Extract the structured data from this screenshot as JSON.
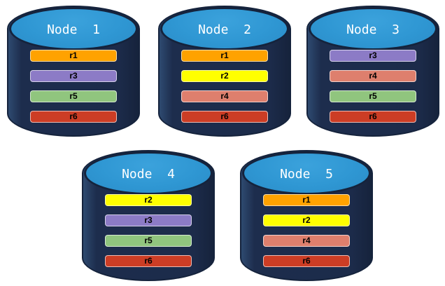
{
  "page": {
    "background": "#ffffff"
  },
  "palette": {
    "cylinder_body": "#1c2b4a",
    "cylinder_top": "#2f97d3",
    "cylinder_outline": "#15233c",
    "title_color": "#ffffff",
    "bar_text_color": "#000000"
  },
  "replica_colors": {
    "r1": "#ffa200",
    "r2": "#ffff00",
    "r3": "#8c7bc6",
    "r4": "#de7f6d",
    "r5": "#90c57e",
    "r6": "#cc3d25"
  },
  "nodes": [
    {
      "title": "Node  1",
      "replicas": [
        {
          "label": "r1",
          "color": "#ffa200"
        },
        {
          "label": "r3",
          "color": "#8c7bc6"
        },
        {
          "label": "r5",
          "color": "#90c57e"
        },
        {
          "label": "r6",
          "color": "#cc3d25"
        }
      ]
    },
    {
      "title": "Node  2",
      "replicas": [
        {
          "label": "r1",
          "color": "#ffa200"
        },
        {
          "label": "r2",
          "color": "#ffff00"
        },
        {
          "label": "r4",
          "color": "#de7f6d"
        },
        {
          "label": "r6",
          "color": "#cc3d25"
        }
      ]
    },
    {
      "title": "Node  3",
      "replicas": [
        {
          "label": "r3",
          "color": "#8c7bc6"
        },
        {
          "label": "r4",
          "color": "#de7f6d"
        },
        {
          "label": "r5",
          "color": "#90c57e"
        },
        {
          "label": "r6",
          "color": "#cc3d25"
        }
      ]
    },
    {
      "title": "Node  4",
      "replicas": [
        {
          "label": "r2",
          "color": "#ffff00"
        },
        {
          "label": "r3",
          "color": "#8c7bc6"
        },
        {
          "label": "r5",
          "color": "#90c57e"
        },
        {
          "label": "r6",
          "color": "#cc3d25"
        }
      ]
    },
    {
      "title": "Node  5",
      "replicas": [
        {
          "label": "r1",
          "color": "#ffa200"
        },
        {
          "label": "r2",
          "color": "#ffff00"
        },
        {
          "label": "r4",
          "color": "#de7f6d"
        },
        {
          "label": "r6",
          "color": "#cc3d25"
        }
      ]
    }
  ]
}
